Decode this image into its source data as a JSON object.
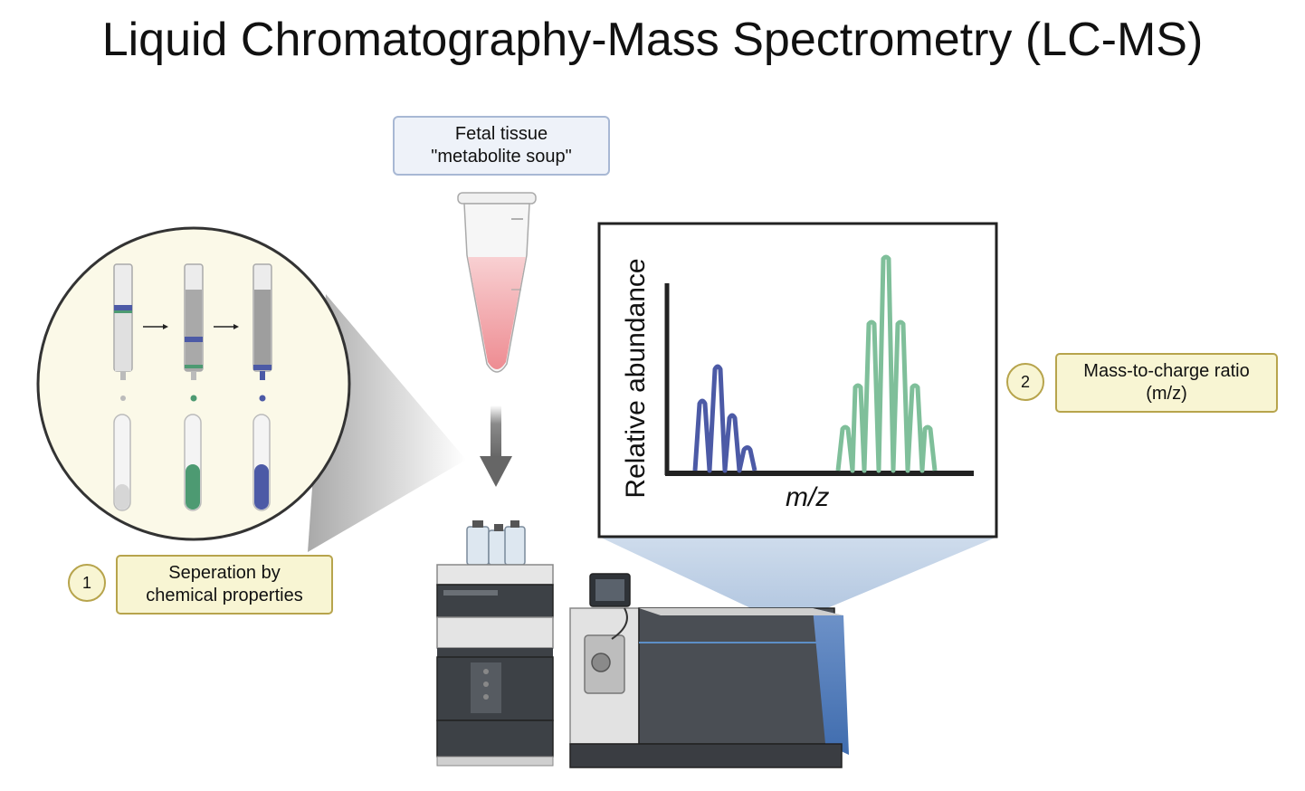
{
  "title": "Liquid Chromatography-Mass Spectrometry (LC-MS)",
  "sample": {
    "line1": "Fetal tissue",
    "line2": "\"metabolite soup\""
  },
  "step1": {
    "number": "1",
    "line1": "Seperation by",
    "line2": "chemical properties"
  },
  "step2": {
    "number": "2",
    "line1": "Mass-to-charge ratio",
    "line2": "(m/z)"
  },
  "spectrum": {
    "ylabel": "Relative abundance",
    "xlabel": "m/z",
    "colors": {
      "low_mass_peaks": "#4c5aa6",
      "high_mass_peaks": "#7fbf9a"
    }
  },
  "colors": {
    "callout_border": "#b7a44c",
    "callout_fill": "#f8f5d3",
    "sample_box_border": "#a8b8d4",
    "sample_fill": "#f2a3a6",
    "green_fraction": "#4d9a72",
    "blue_fraction": "#4c5aa6"
  }
}
